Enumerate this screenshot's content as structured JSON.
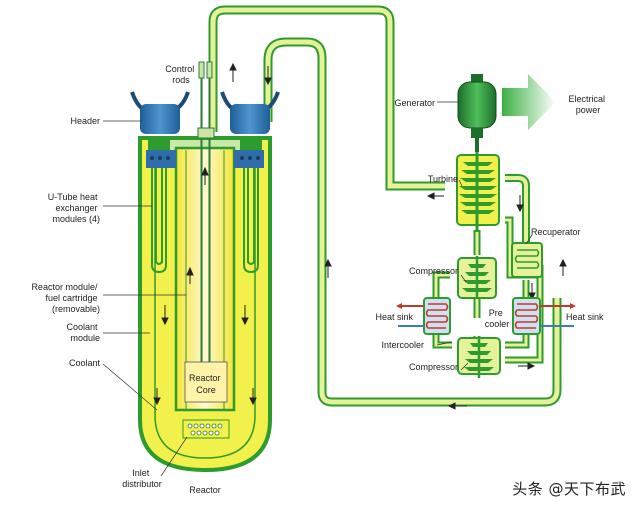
{
  "labels": {
    "control_rods": [
      "Control",
      "rods"
    ],
    "header": "Header",
    "u_tube": [
      "U-Tube heat",
      "exchanger",
      "modules (4)"
    ],
    "reactor_module": [
      "Reactor module/",
      "fuel cartridge",
      "(removable)"
    ],
    "coolant_module": [
      "Coolant",
      "module"
    ],
    "coolant": "Coolant",
    "reactor_core": [
      "Reactor",
      "Core"
    ],
    "inlet_distributor": [
      "Inlet",
      "distributor"
    ],
    "reactor": "Reactor",
    "generator": "Generator",
    "electrical_power": [
      "Electrical",
      "power"
    ],
    "turbine": "Turbine",
    "recuperator": "Recuperator",
    "compressor_top": "Compressor",
    "heat_sink_left": "Heat sink",
    "heat_sink_right": "Heat sink",
    "pre_cooler": [
      "Pre",
      "cooler"
    ],
    "intercooler": "Intercooler",
    "compressor_bottom": "Compressor"
  },
  "watermark": "头条 @天下布武",
  "colors": {
    "pipe_green": "#2e9b2e",
    "pipe_light": "#e6f29a",
    "yellow": "#f2f04a",
    "hot_yellow": "#fff37a",
    "blue": "#3c7fb8",
    "dark_green": "#1f7a2e",
    "arrow_green": "#7fd67f"
  }
}
